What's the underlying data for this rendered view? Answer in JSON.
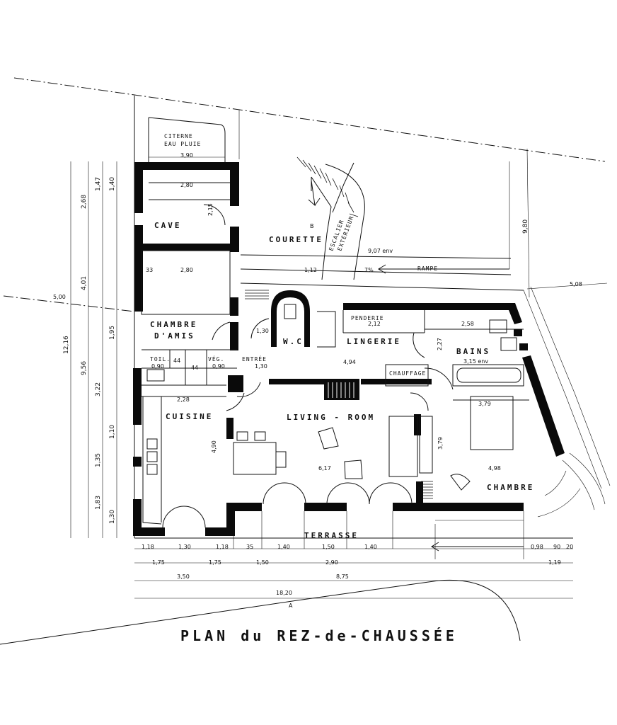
{
  "title": "PLAN du REZ-de-CHAUSSÉE",
  "rooms": {
    "cave": "CAVE",
    "courette": "COURETTE",
    "citerne": "CITERNE",
    "citerne_sub": "EAU PLUIE",
    "chambre_amis_1": "CHAMBRE",
    "chambre_amis_2": "D'AMIS",
    "wc": "W.C",
    "lingerie": "LINGERIE",
    "penderie": "PENDERIE",
    "bains": "BAINS",
    "toil": "TOIL.",
    "veg": "VÉG.",
    "entree": "ENTRÉE",
    "chauffage": "CHAUFFAGE",
    "cuisine": "CUISINE",
    "living": "LIVING - ROOM",
    "chambre": "CHAMBRE",
    "terrasse": "TERRASSE",
    "rampe": "RAMPE",
    "escalier": "ESCALIER",
    "exterieur": "EXTÉRIEUR"
  },
  "dims": {
    "total_width": "18,20",
    "d_350": "3,50",
    "d_875": "8,75",
    "d_290": "2,90",
    "d_175a": "1,75",
    "d_175b": "1,75",
    "d_150": "1,50",
    "d_119": "1,19",
    "d_118a": "1,18",
    "d_130": "1,30",
    "d_118b": "1,18",
    "d_35": "35",
    "d_140a": "1,40",
    "d_150b": "1,50",
    "d_140b": "1,40",
    "d_098": "0,98",
    "d_90": "90",
    "d_20": "20",
    "h_1216": "12,16",
    "h_956": "9,56",
    "h_401": "4,01",
    "h_322": "3,22",
    "h_268": "2,68",
    "h_147": "1,47",
    "h_140": "1,40",
    "h_195": "1,95",
    "h_110": "1,10",
    "h_135": "1,35",
    "h_183": "1,83",
    "h_130": "1,30",
    "h_980": "9,80",
    "cave_w": "2,80",
    "cave_h": "2,15",
    "chambre_w": "2,80",
    "lingerie_w": "4,94",
    "wc_h": "1,30",
    "bains_w": "2,58",
    "bains_h": "2,27",
    "bains_area": "3,15 env",
    "cuisine_w": "2,28",
    "cuisine_h": "4,90",
    "living_w": "6,17",
    "living_h": "3,79",
    "chambre_w2": "4,98",
    "chambre_w3": "3,79",
    "rampe_len": "9,07 env",
    "rampe_pct": "7%",
    "courette_len": "1,12",
    "penderie_w": "2,12",
    "d_500": "5,00",
    "d_508": "5,08",
    "d_390": "3,90",
    "toil_w": "0,90",
    "veg_w": "0,90",
    "entree_w": "1,30",
    "d_44a": "44",
    "d_44b": "44",
    "d_33": "33",
    "letter_a": "A",
    "letter_b": "B"
  }
}
